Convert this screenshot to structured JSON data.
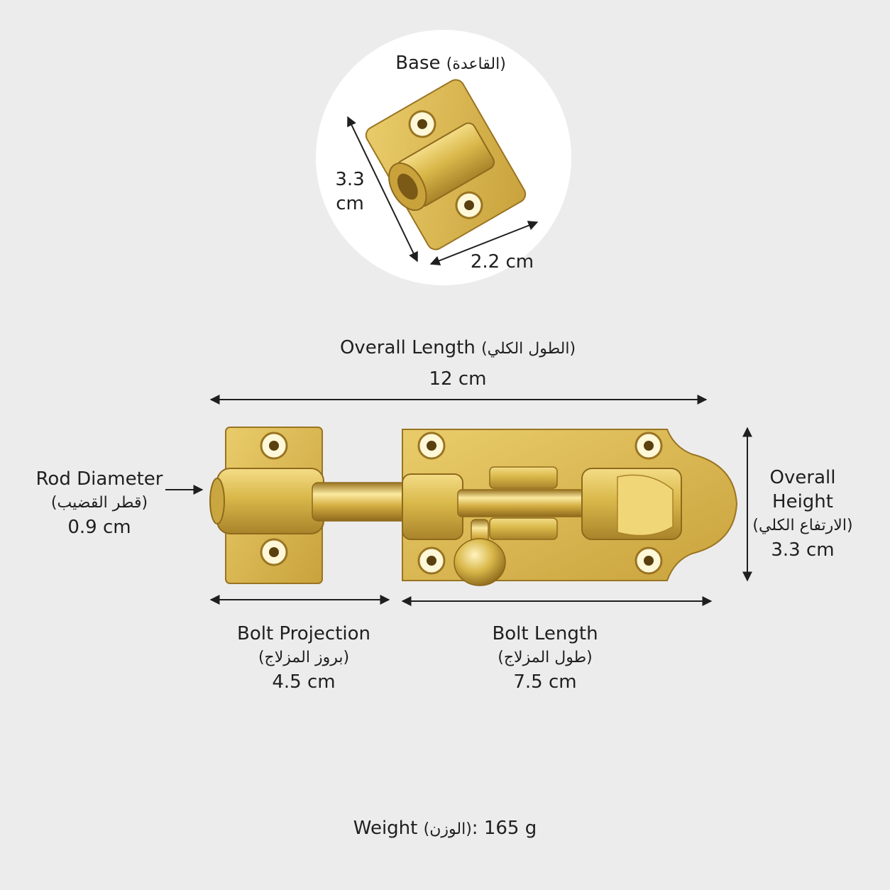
{
  "base": {
    "title_en": "Base",
    "title_ar": "(القاعدة)",
    "height_value": "3.3",
    "height_unit": "cm",
    "width": "2.2 cm"
  },
  "overall_length": {
    "en": "Overall Length",
    "ar": "(الطول الكلي)",
    "value": "12 cm"
  },
  "rod_diameter": {
    "en": "Rod Diameter",
    "ar": "(قطر القضيب)",
    "value": "0.9 cm"
  },
  "overall_height": {
    "en1": "Overall",
    "en2": "Height",
    "ar": "(الارتفاع الكلي)",
    "value": "3.3 cm"
  },
  "bolt_projection": {
    "en": "Bolt Projection",
    "ar": "(بروز المزلاج)",
    "value": "4.5 cm"
  },
  "bolt_length": {
    "en": "Bolt Length",
    "ar": "(طول المزلاج)",
    "value": "7.5 cm"
  },
  "weight": {
    "en": "Weight",
    "ar": "(الوزن)",
    "value": ": 165 g"
  },
  "colors": {
    "background": "#ececec",
    "brass": "#d9b84a",
    "brass_dark": "#a9832a",
    "text": "#1f1f1f"
  }
}
